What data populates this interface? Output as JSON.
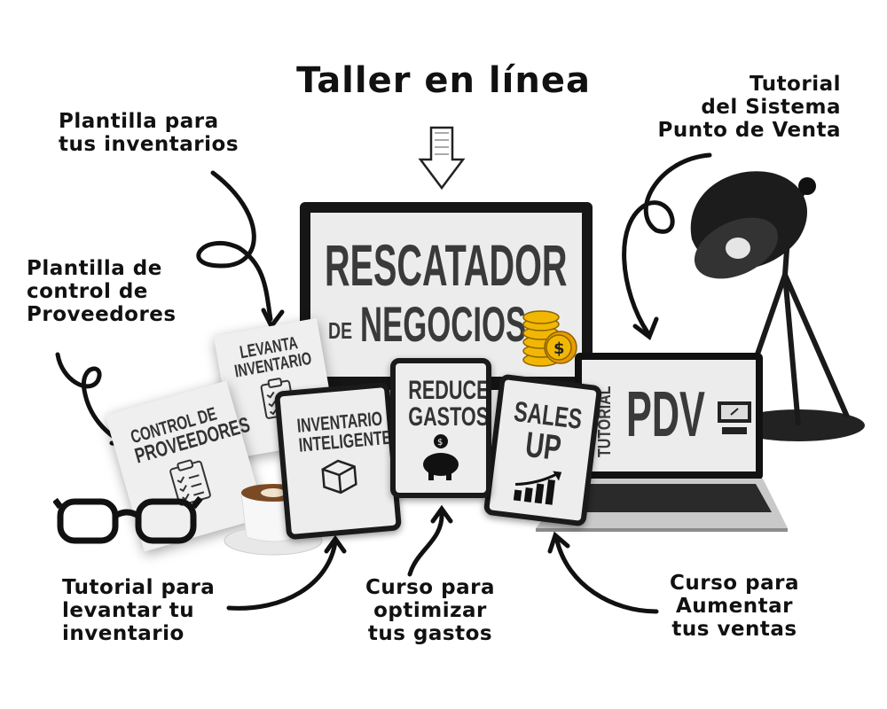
{
  "title": "Taller en línea",
  "callouts": {
    "inventory_template": [
      "Plantilla para",
      "tus inventarios"
    ],
    "pos_tutorial": [
      "Tutorial",
      "del Sistema",
      "Punto de Venta"
    ],
    "supplier_template": [
      "Plantilla de",
      "control de",
      "Proveedores"
    ],
    "inventory_tutorial": [
      "Tutorial para",
      "levantar tu",
      "inventario"
    ],
    "expenses_course": [
      "Curso para",
      "optimizar",
      "tus gastos"
    ],
    "sales_course": [
      "Curso para",
      "Aumentar",
      "tus ventas"
    ]
  },
  "monitor": {
    "line1": "RESCATADOR",
    "line2_small": "DE",
    "line2_big": "NEGOCIOS"
  },
  "laptop": {
    "vertical": "TUTORIAL",
    "big": "PDV"
  },
  "papers": {
    "suppliers": [
      "CONTROL DE",
      "PROVEEDORES"
    ],
    "inventory": [
      "LEVANTA",
      "INVENTARIO"
    ]
  },
  "tablets": {
    "smart_inventory": [
      "INVENTARIO",
      "INTELIGENTE"
    ],
    "reduce_expenses": [
      "REDUCE",
      "GASTOS"
    ],
    "sales_up": [
      "SALES",
      "UP"
    ]
  },
  "coin_symbol": "$",
  "colors": {
    "coin": "#f2b705",
    "ink": "#111111",
    "screen": "#ececec"
  }
}
